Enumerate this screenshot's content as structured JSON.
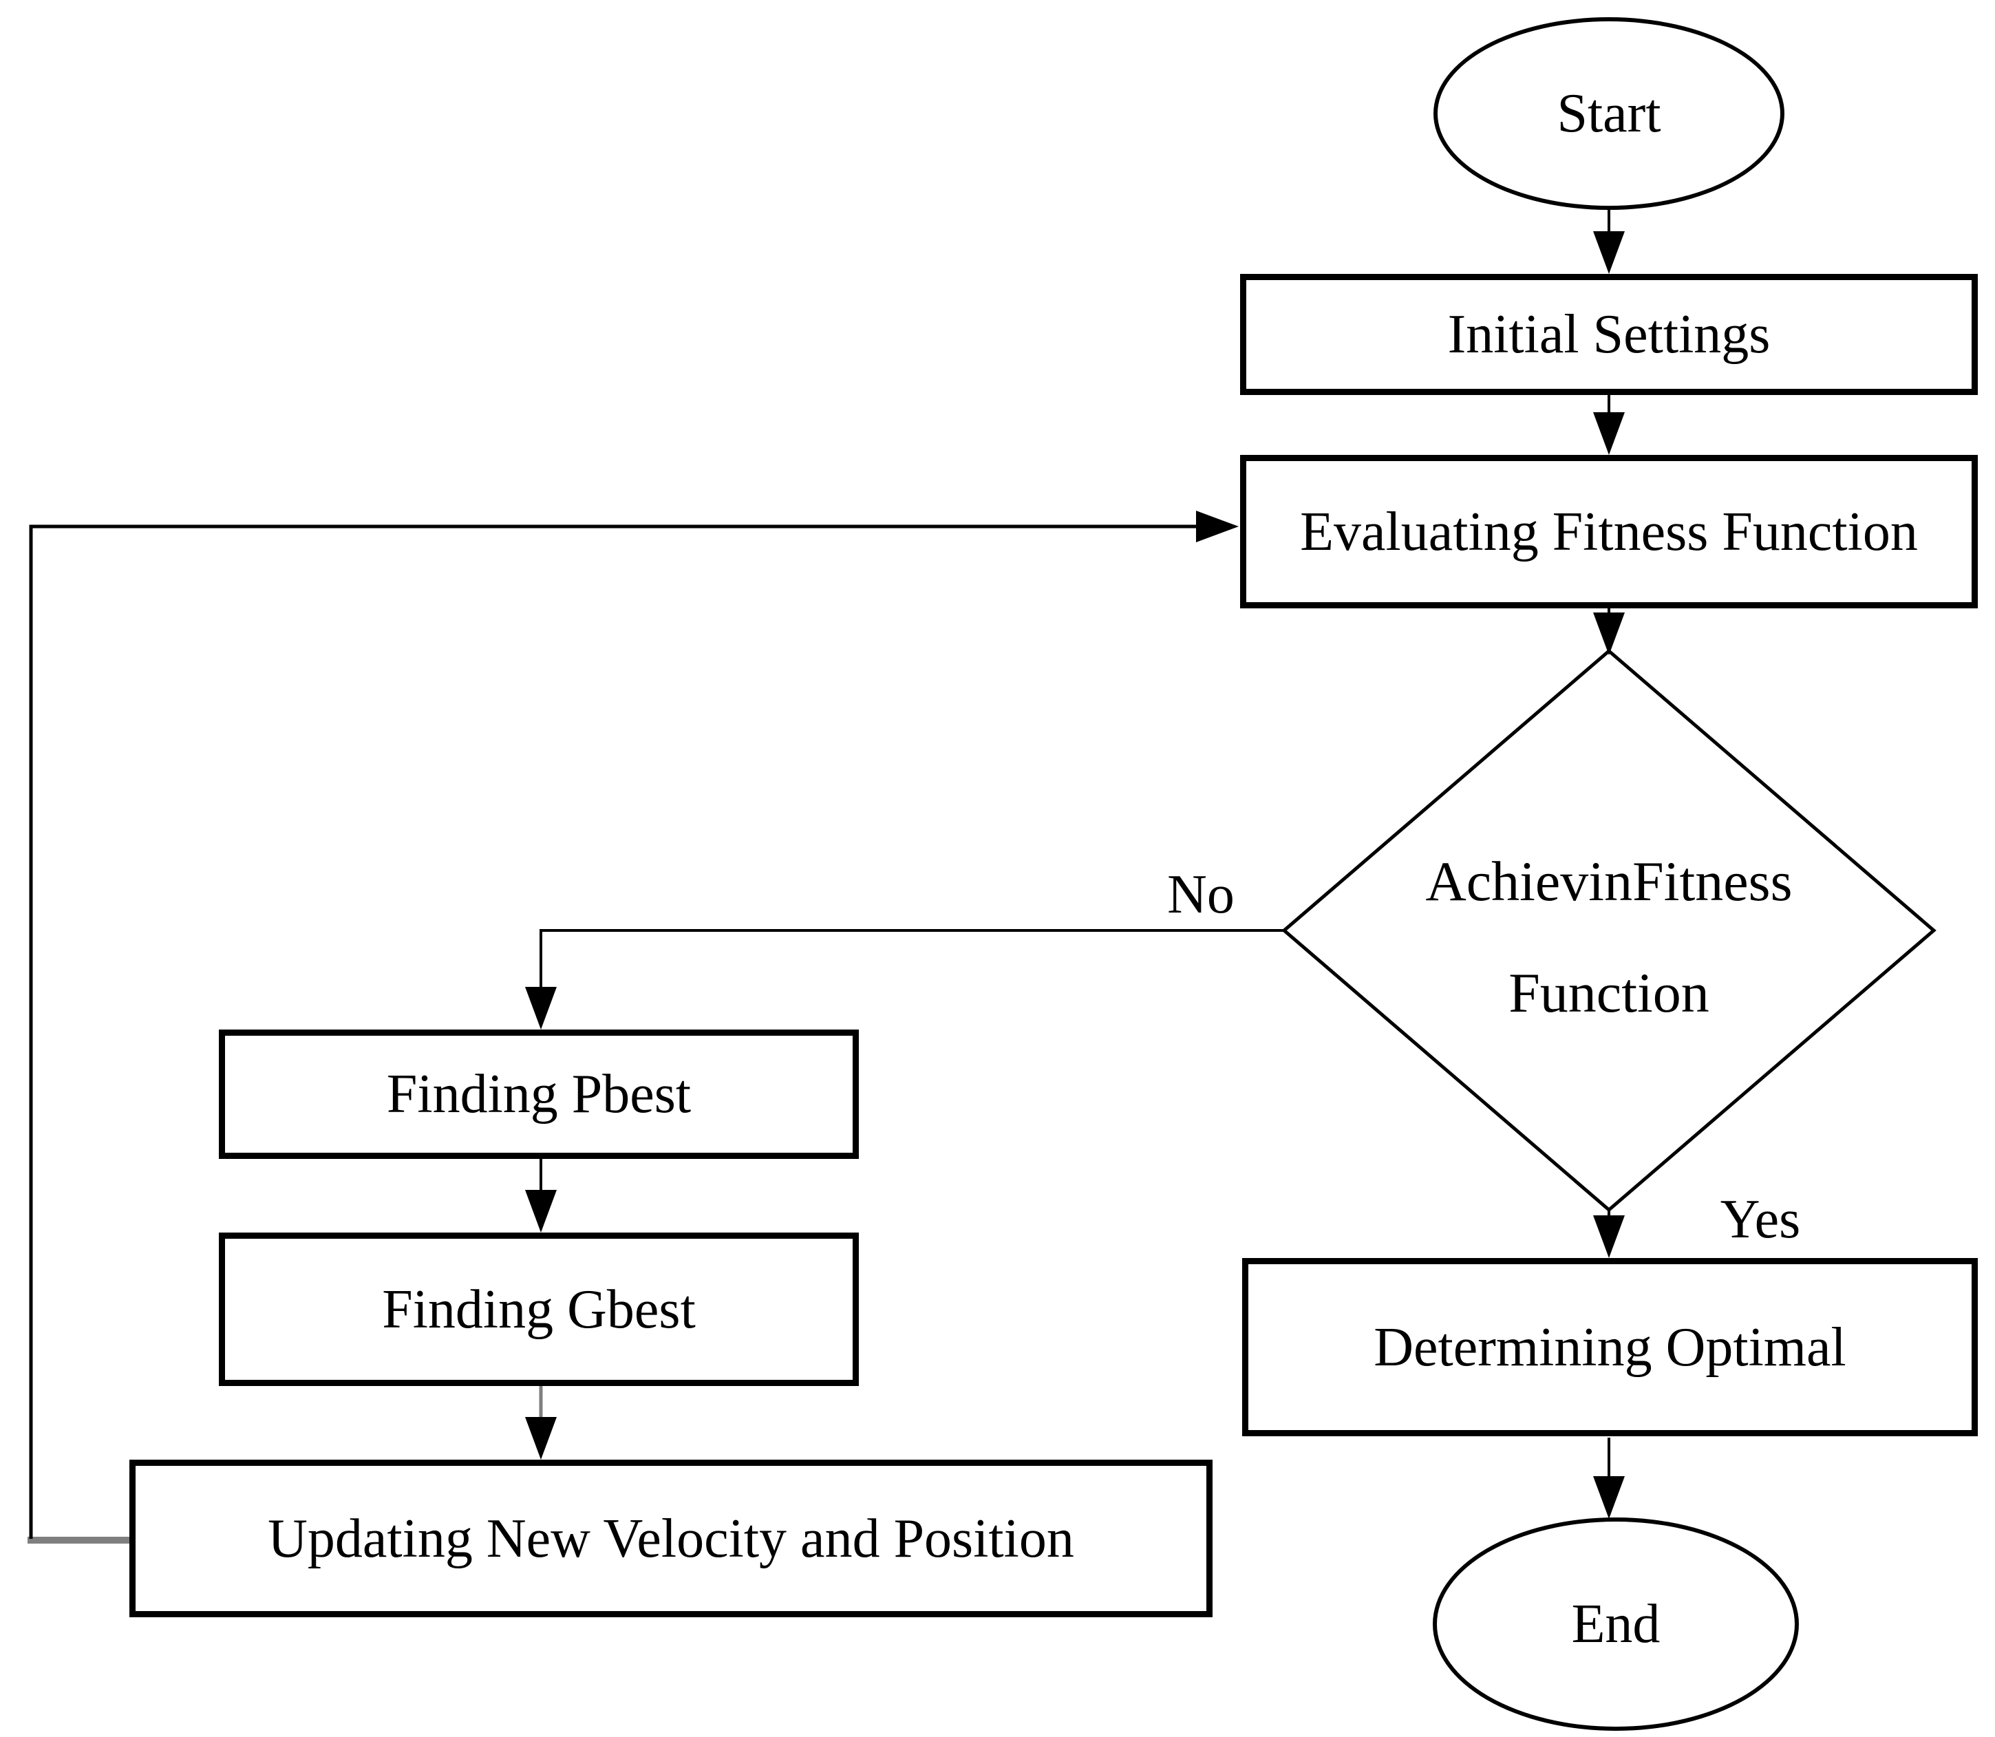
{
  "nodes": {
    "start": {
      "label": "Start",
      "shape": "ellipse"
    },
    "initial_settings": {
      "label": "Initial Settings",
      "shape": "rectangle"
    },
    "evaluating_fitness": {
      "label": "Evaluating Fitness Function",
      "shape": "rectangle"
    },
    "decision": {
      "line1": "AchievinFitness",
      "line2": "Function",
      "shape": "diamond"
    },
    "finding_pbest": {
      "label": "Finding Pbest",
      "shape": "rectangle"
    },
    "finding_gbest": {
      "label": "Finding Gbest",
      "shape": "rectangle"
    },
    "updating": {
      "label": "Updating New Velocity and Position",
      "shape": "rectangle"
    },
    "determining_optimal": {
      "label": "Determining Optimal",
      "shape": "rectangle"
    },
    "end": {
      "label": "End",
      "shape": "ellipse"
    }
  },
  "edges": {
    "no_label": "No",
    "yes_label": "Yes"
  },
  "colors": {
    "stroke": "#000000",
    "gray_connector": "#7f7f7f",
    "background": "#ffffff"
  }
}
